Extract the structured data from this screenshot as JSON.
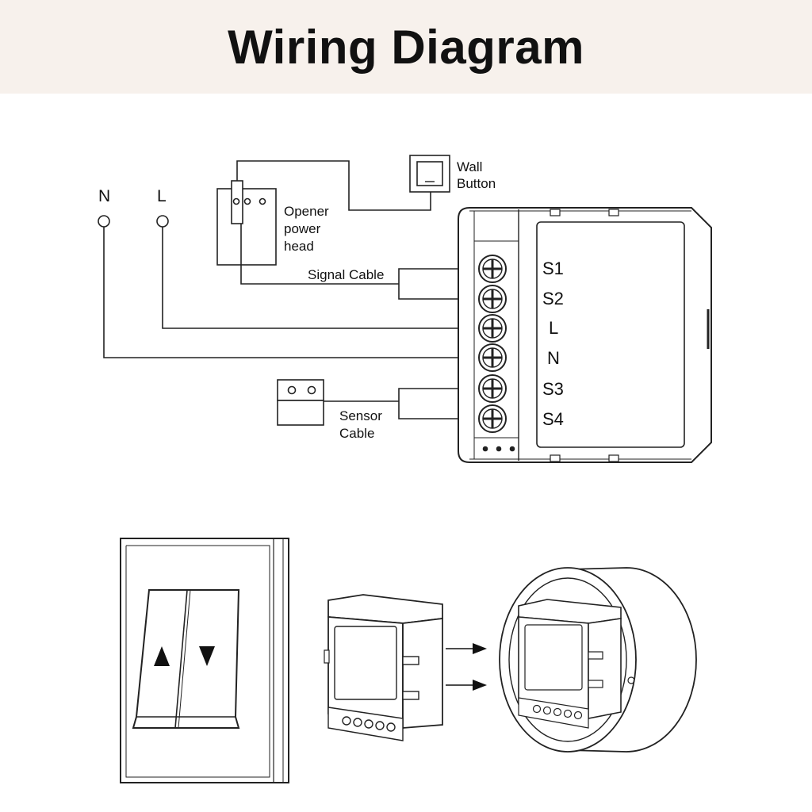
{
  "title": "Wiring Diagram",
  "labels": {
    "n": "N",
    "l": "L",
    "wall_button_line1": "Wall",
    "wall_button_line2": "Button",
    "opener_line1": "Opener",
    "opener_line2": "power",
    "opener_line3": "head",
    "signal_cable": "Signal Cable",
    "sensor_cable_line1": "Sensor",
    "sensor_cable_line2": "Cable"
  },
  "terminals": [
    "S1",
    "S2",
    "L",
    "N",
    "S3",
    "S4"
  ],
  "colors": {
    "header_bg": "#f7f1ec",
    "line": "#222222",
    "arrow": "#111111"
  }
}
